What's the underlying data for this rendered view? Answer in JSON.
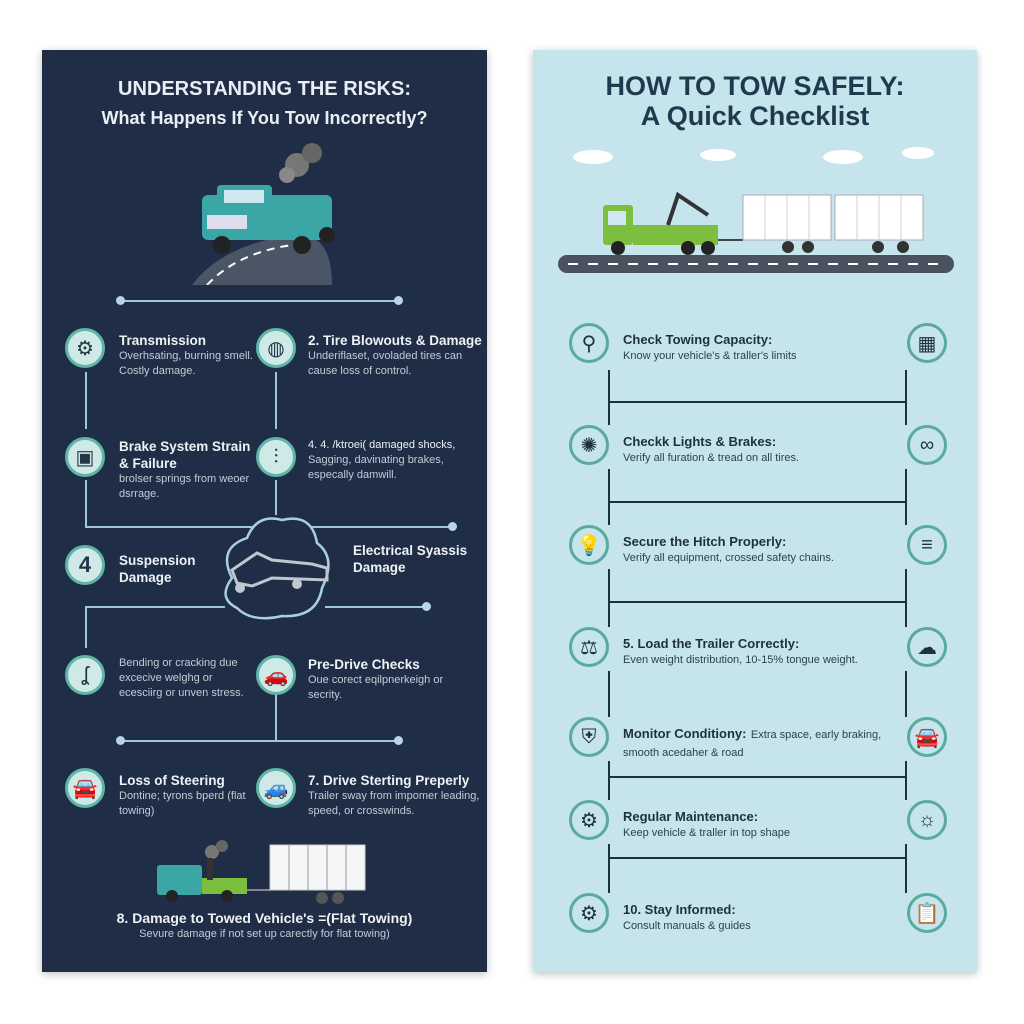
{
  "left": {
    "title_line1": "UNDERSTANDING THE RISKS:",
    "title_line2": "What Happens If You Tow Incorrectly?",
    "items": [
      {
        "title": "Transmission",
        "desc": "Overhsating, burning smell. Costly damage.",
        "icon": "gear-icon"
      },
      {
        "title": "2. Tire Blowouts & Damage",
        "desc": "Underiflaset, ovoladed tires can cause loss of control.",
        "icon": "tire-icon"
      },
      {
        "title": "Brake System Strain & Failure",
        "desc": "brolser springs from weoer dsrrage.",
        "icon": "brake-icon"
      },
      {
        "title": "4. 4. /ktroei( damaged shocks,",
        "desc": "Sagging, davinating brakes, especally damwill.",
        "icon": "shock-absorber-icon"
      },
      {
        "title": "Suspension Damage",
        "desc": "",
        "icon": "number-four-icon",
        "icon_text": "4"
      },
      {
        "title": "Electrical Syassis Damage",
        "desc": "",
        "icon": "chassis-icon"
      },
      {
        "title": "",
        "desc": "Bending or cracking due excecive welghg or ecesciirg or unven stress.",
        "icon": "hook-icon"
      },
      {
        "title": "Pre-Drive Checks",
        "desc": "Oue corect eqilpnerkeigh or secrity.",
        "icon": "car-icon"
      },
      {
        "title": "Loss of Steering",
        "desc": "Dontine; tyrons bperd (flat towing)",
        "icon": "car-icon"
      },
      {
        "title": "7. Drive Sterting Preperly",
        "desc": "Trailer sway from impomer leading, speed, or crosswinds.",
        "icon": "car-trailer-icon"
      }
    ],
    "footer_title": "8. Damage to Towed Vehicle's =(Flat Towing)",
    "footer_desc": "Sevure damage if not set up carectly for flat towing)"
  },
  "right": {
    "title_line1": "HOW TO TOW SAFELY:",
    "title_line2": "A Quick Checklist",
    "items": [
      {
        "title": "Check Towing Capacity:",
        "desc": "Know your vehicle's & traller's limits",
        "icon_left": "key-icon",
        "icon_right": "building-icon"
      },
      {
        "title": "Checkk Lights & Brakes:",
        "desc": "Verify all furation & tread on all tires.",
        "icon_left": "wheel-icon",
        "icon_right": "chain-icon"
      },
      {
        "title": "Secure the Hitch Properly:",
        "desc": "Verify all equipment, crossed safety chains.",
        "icon_left": "lightbulb-icon",
        "icon_right": "hitch-icon"
      },
      {
        "title": "5. Load the Trailer Correctly:",
        "desc": "Even weight distribution, 10-15% tongue weight.",
        "icon_left": "weight-icon",
        "icon_right": "cloud-icon"
      },
      {
        "title": "Monitor Conditiony:",
        "desc": "Extra space, early braking, smooth acedaher & road",
        "icon_left": "shield-icon",
        "icon_right": "car-front-icon"
      },
      {
        "title": "Regular Maintenance:",
        "desc": "Keep vehicle & traller in top shape",
        "icon_left": "gear-wrench-icon",
        "icon_right": "sun-icon"
      },
      {
        "title": "10. Stay Informed:",
        "desc": "Consult manuals & guides",
        "icon_left": "gear-icon",
        "icon_right": "clipboard-icon"
      }
    ]
  },
  "colors": {
    "left_bg": "#1f2e46",
    "right_bg": "#c6e4eb",
    "accent": "#5fb5a8",
    "truck_teal": "#3aa6a6",
    "truck_green": "#7cbf3f"
  }
}
